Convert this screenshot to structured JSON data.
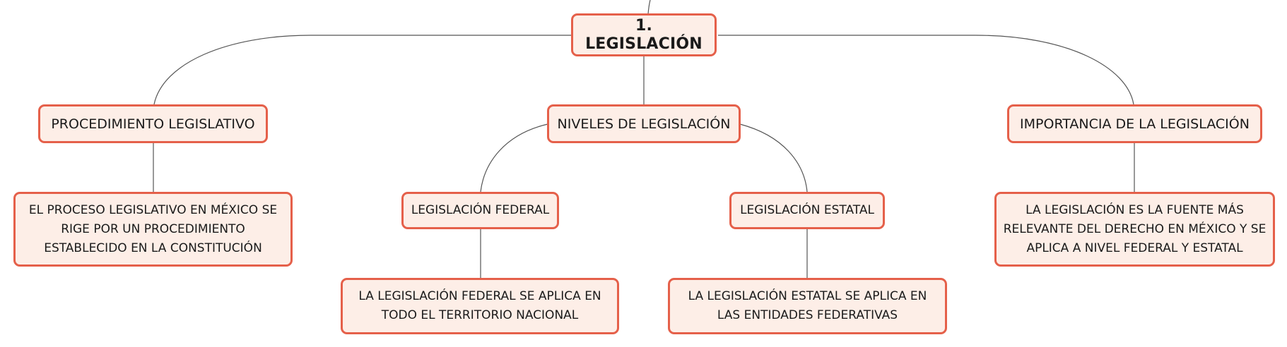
{
  "root": {
    "label": "1. LEGISLACIÓN"
  },
  "branches": {
    "procedimiento": {
      "label": "PROCEDIMIENTO LEGISLATIVO",
      "detail": "EL PROCESO LEGISLATIVO EN MÉXICO SE RIGE POR UN PROCEDIMIENTO ESTABLECIDO EN LA CONSTITUCIÓN"
    },
    "niveles": {
      "label": "NIVELES DE LEGISLACIÓN",
      "federal": {
        "label": "LEGISLACIÓN FEDERAL",
        "detail": "LA LEGISLACIÓN FEDERAL SE APLICA EN TODO EL TERRITORIO NACIONAL"
      },
      "estatal": {
        "label": "LEGISLACIÓN ESTATAL",
        "detail": "LA LEGISLACIÓN ESTATAL SE APLICA EN LAS ENTIDADES FEDERATIVAS"
      }
    },
    "importancia": {
      "label": "IMPORTANCIA DE LA LEGISLACIÓN",
      "detail": "LA LEGISLACIÓN ES LA FUENTE MÁS RELEVANTE DEL DERECHO EN MÉXICO Y SE APLICA A NIVEL FEDERAL Y ESTATAL"
    }
  },
  "colors": {
    "node_fill": "#fdeee7",
    "node_border": "#e5604a",
    "connector": "#555555",
    "text": "#1a1a1a"
  }
}
